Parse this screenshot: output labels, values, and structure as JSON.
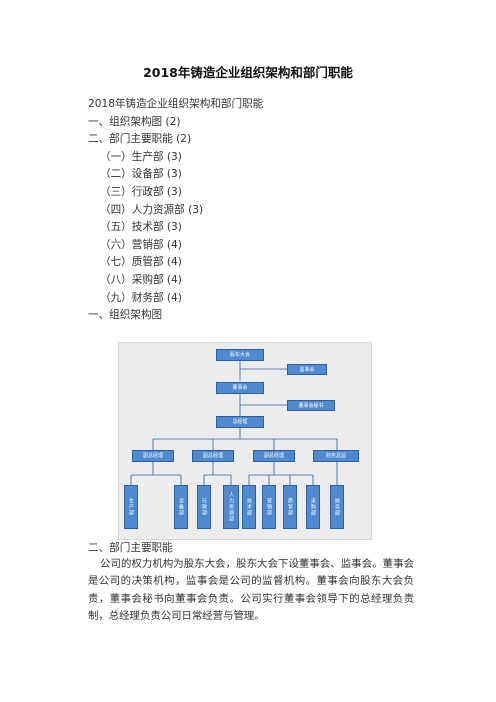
{
  "title": "2018年铸造企业组织架构和部门职能",
  "toc": {
    "heading": "2018年铸造企业组织架构和部门职能",
    "items": [
      {
        "label": "一、组织架构图 (2)",
        "indent": false
      },
      {
        "label": "二、部门主要职能 (2)",
        "indent": false
      },
      {
        "label": "（一）生产部 (3)",
        "indent": true
      },
      {
        "label": "（二）设备部 (3)",
        "indent": true
      },
      {
        "label": "（三）行政部 (3)",
        "indent": true
      },
      {
        "label": "（四）人力资源部 (3)",
        "indent": true
      },
      {
        "label": "（五）技术部 (3)",
        "indent": true
      },
      {
        "label": "（六）营销部 (4)",
        "indent": true
      },
      {
        "label": "（七）质管部 (4)",
        "indent": true
      },
      {
        "label": "（八）采购部 (4)",
        "indent": true
      },
      {
        "label": "（九）财务部 (4)",
        "indent": true
      },
      {
        "label": "一、组织架构图",
        "indent": false
      }
    ]
  },
  "org_chart": {
    "shareholders": "股东大会",
    "supervisors": "监事会",
    "board": "董事会",
    "board_secretary": "董事会秘书",
    "general_manager": "总经理",
    "deputies": [
      "副总经理",
      "副总经理",
      "副总经理",
      "财务总监"
    ],
    "departments": [
      "生产部",
      "设备部",
      "行政部",
      "人力资源部",
      "技术部",
      "营销部",
      "质管部",
      "采购部",
      "财务部"
    ]
  },
  "section2": {
    "title": "二、部门主要职能",
    "paragraph": "公司的权力机构为股东大会，股东大会下设董事会、监事会。董事会是公司的决策机构，监事会是公司的监督机构。董事会向股东大会负责，董事会秘书向董事会负责。公司实行董事会领导下的总经理负责制，总经理负责公司日常经营与管理。"
  }
}
